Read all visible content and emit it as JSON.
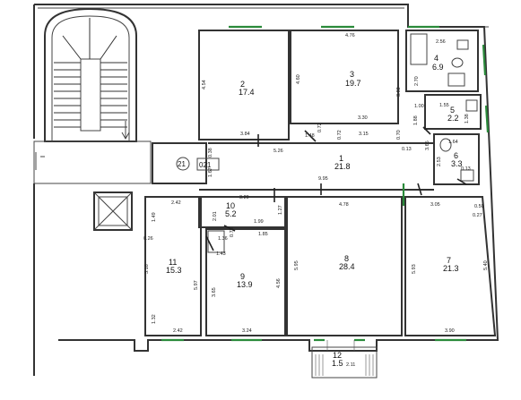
{
  "rooms": [
    {
      "id": "1",
      "area": "21.8"
    },
    {
      "id": "2",
      "area": "17.4"
    },
    {
      "id": "3",
      "area": "19.7"
    },
    {
      "id": "4",
      "area": "6.9"
    },
    {
      "id": "5",
      "area": "2.2"
    },
    {
      "id": "6",
      "area": "3.3"
    },
    {
      "id": "7",
      "area": "21.3"
    },
    {
      "id": "8",
      "area": "28.4"
    },
    {
      "id": "9",
      "area": "13.9"
    },
    {
      "id": "10",
      "area": "5.2"
    },
    {
      "id": "11",
      "area": "15.3"
    },
    {
      "id": "12",
      "area": "1.5"
    }
  ],
  "circle_label": "21",
  "box_label": "021",
  "dims": {
    "d476": "4.76",
    "d454": "4.54",
    "d460": "4.60",
    "d392": "3.92",
    "d270": "2.70",
    "d256": "2.56",
    "d100": "1.00",
    "d155": "1.55",
    "d138": "1.38",
    "d384": "3.84",
    "d330": "3.30",
    "d148": "1.48",
    "d072a": "0.72",
    "d072b": "0.72",
    "d315": "3.15",
    "d070": "0.70",
    "d188": "1.88",
    "d164": "1.64",
    "d365": "3.65",
    "d253": "2.53",
    "d013a": "0.13",
    "d013b": "0.13",
    "d526": "5.26",
    "d038": "0.38",
    "d167": "1.67",
    "d995": "9.95",
    "d329": "3.29",
    "d242a": "2.42",
    "d478": "4.78",
    "d305": "3.05",
    "d050": "0.50",
    "d027": "0.27",
    "d149": "1.49",
    "d026": "0.26",
    "d201": "2.01",
    "d199": "1.99",
    "d127": "1.27",
    "d136": "1.36",
    "d075": "0.75",
    "d185": "1.85",
    "d143": "1.43",
    "d318": "3.18",
    "d597": "5.97",
    "d595": "5.95",
    "d593": "5.93",
    "d540": "5.40",
    "d365b": "3.65",
    "d456": "4.56",
    "d132": "1.32",
    "d242b": "2.42",
    "d324": "3.24",
    "d390": "3.90",
    "d211": "2.11"
  }
}
